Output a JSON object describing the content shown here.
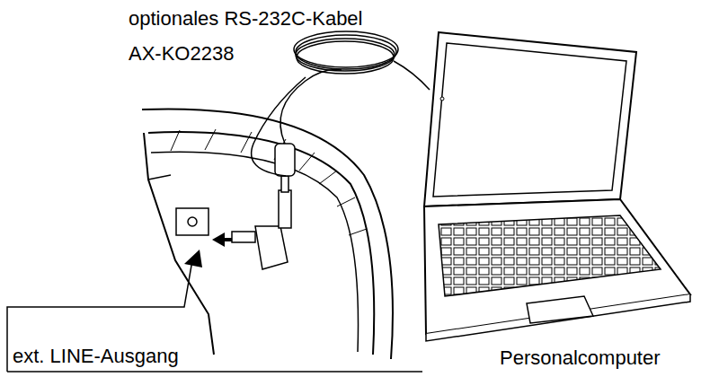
{
  "diagram": {
    "labels": [
      "optionales RS-232C-Kabel",
      "AX-KO2238",
      "ext. LINE-Ausgang",
      "Personalcomputer"
    ]
  }
}
